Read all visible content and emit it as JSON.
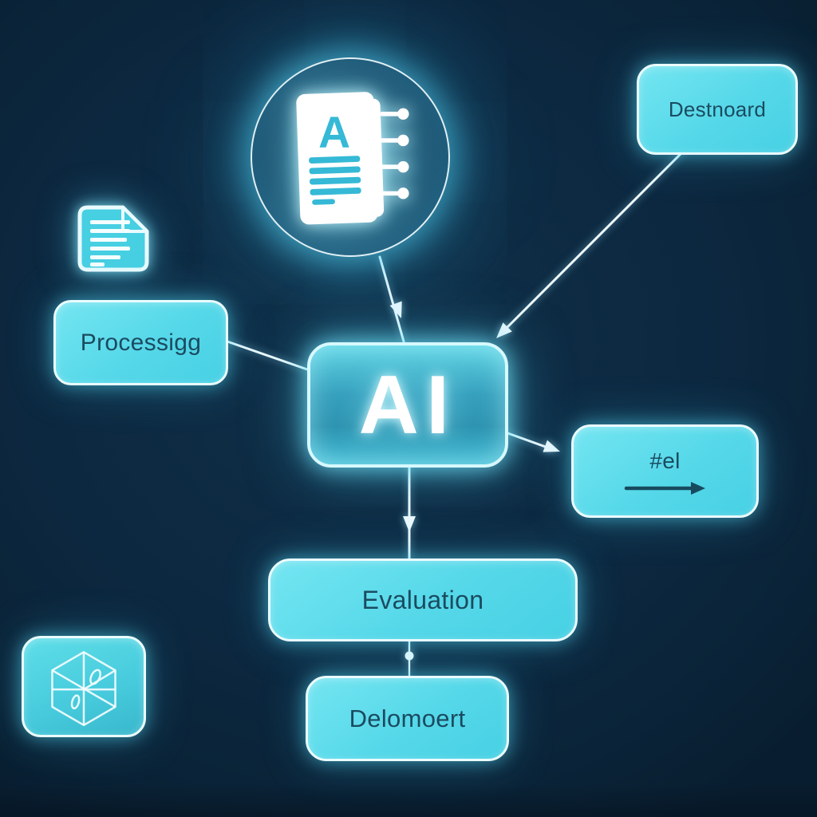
{
  "palette": {
    "background": "#0c2840",
    "node_fill": "#57dbe9",
    "node_border": "#eafcff",
    "node_text": "#1b4b60",
    "ai_fill": "#2e94b1",
    "glow": "#7fe9ff",
    "connector": "#eef9ff"
  },
  "nodes": {
    "notebook": {
      "icon": "notebook-icon",
      "monogram": "A"
    },
    "dashboard": {
      "label": "Destnoard"
    },
    "document": {
      "icon": "document-icon"
    },
    "processing": {
      "label": "Processigg"
    },
    "ai": {
      "label": "AI"
    },
    "el": {
      "label": "#el",
      "icon": "right-arrow-icon"
    },
    "evaluation": {
      "label": "Evaluation"
    },
    "deployment": {
      "label": "Delomoert"
    },
    "cube": {
      "icon": "cube-icon"
    }
  },
  "edges": [
    {
      "from": "notebook",
      "to": "ai",
      "arrow": true
    },
    {
      "from": "dashboard",
      "to": "ai",
      "arrow": true
    },
    {
      "from": "processing",
      "to": "ai",
      "arrow": false
    },
    {
      "from": "ai",
      "to": "el",
      "arrow": true
    },
    {
      "from": "ai",
      "to": "evaluation",
      "arrow": true
    },
    {
      "from": "evaluation",
      "to": "deployment",
      "arrow": false,
      "dot": true
    }
  ]
}
